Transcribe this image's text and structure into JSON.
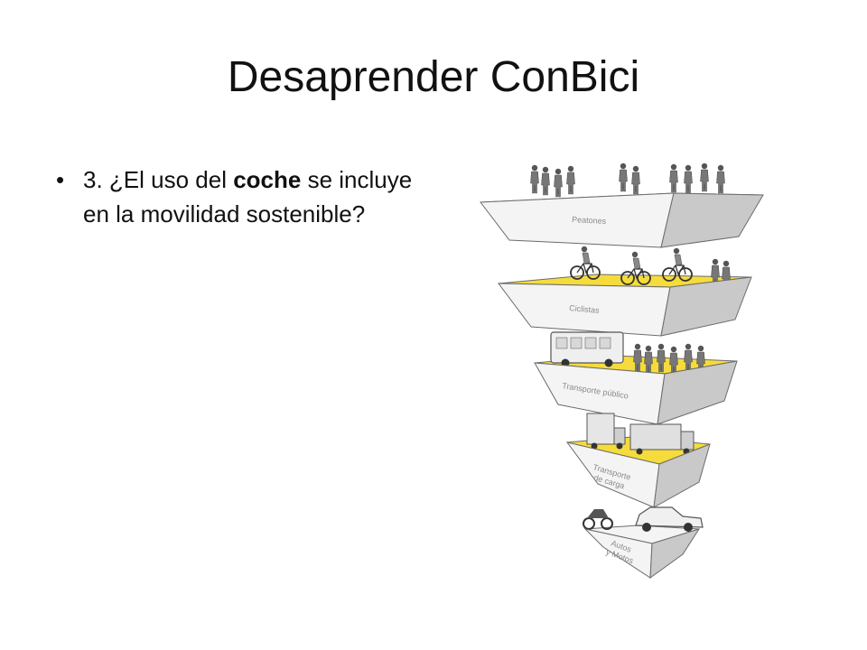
{
  "slide": {
    "title": "Desaprender ConBici",
    "bullet": {
      "before": "3. ¿El uso del ",
      "emphasis": "coche",
      "after": " se incluye en la movilidad sostenible?"
    }
  },
  "pyramid": {
    "tiers": [
      {
        "label_lines": [
          "Peatones"
        ],
        "icon": "pedestrians-icon"
      },
      {
        "label_lines": [
          "Ciclistas"
        ],
        "icon": "cyclists-icon"
      },
      {
        "label_lines": [
          "Transporte público"
        ],
        "icon": "bus-icon"
      },
      {
        "label_lines": [
          "Transporte",
          "de carga"
        ],
        "icon": "trucks-icon"
      },
      {
        "label_lines": [
          "Autos",
          "y Motos"
        ],
        "icon": "car-motorcycle-icon"
      }
    ],
    "colors": {
      "top_surface": "#f5dc3c",
      "top_surface_peatones": "#f2f2f2",
      "front_face": "#f4f4f4",
      "side_face": "#c9c9c9",
      "outline": "#6b6b6b"
    }
  }
}
